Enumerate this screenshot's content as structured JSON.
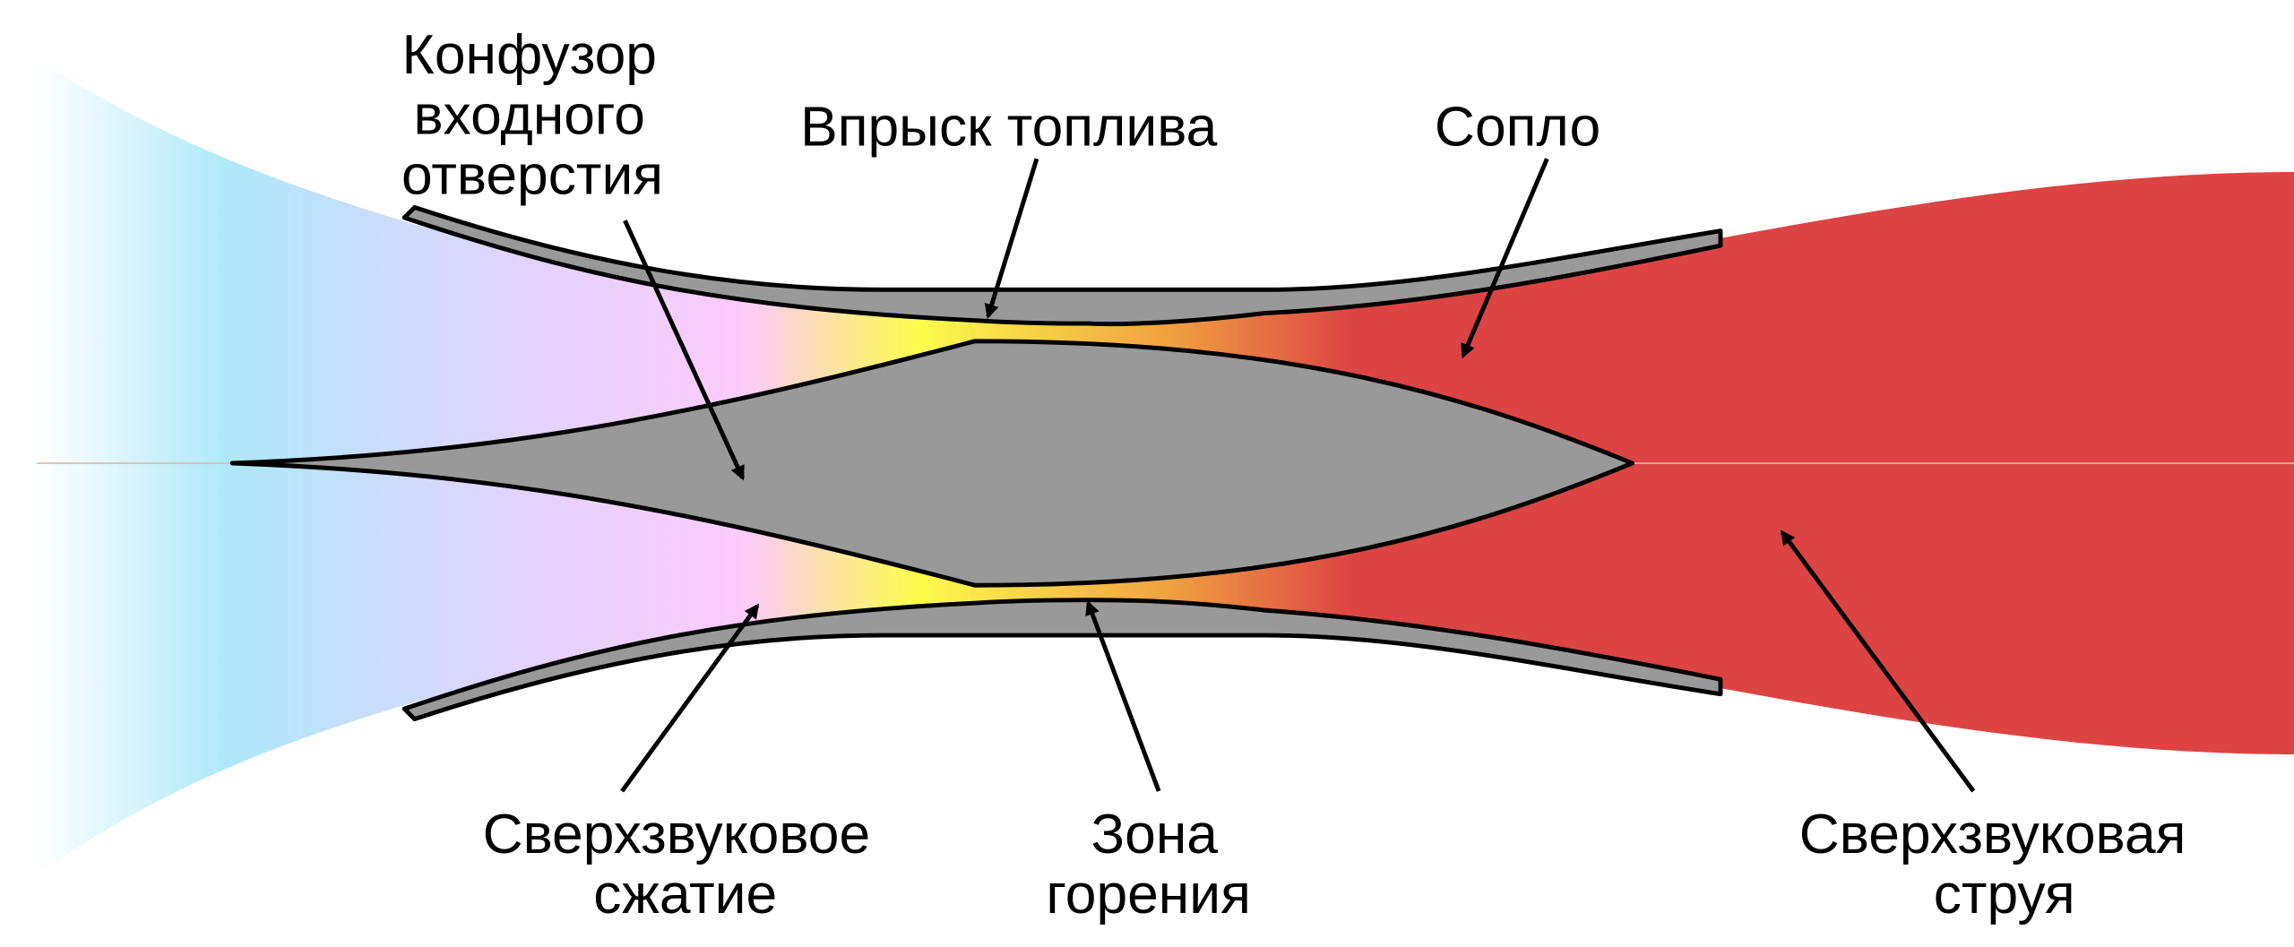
{
  "title": "Scramjet diagram",
  "labels": {
    "inlet": [
      "Конфузор",
      "входного",
      "отверстия"
    ],
    "fuel_injection": [
      "Впрыск топлива"
    ],
    "nozzle": [
      "Сопло"
    ],
    "supersonic_compression": [
      "Сверхзвуковое",
      "сжатие"
    ],
    "combustion_zone": [
      "Зона",
      "горения"
    ],
    "supersonic_jet": [
      "Сверхзвуковая",
      "струя"
    ]
  },
  "colors": {
    "body": "#999999",
    "cyan": "#aee8fa",
    "lavender": "#e0d4fc",
    "pink": "#fccafc",
    "yellow": "#fdfc4c",
    "orange": "#f0a040",
    "red": "#dc4444"
  }
}
